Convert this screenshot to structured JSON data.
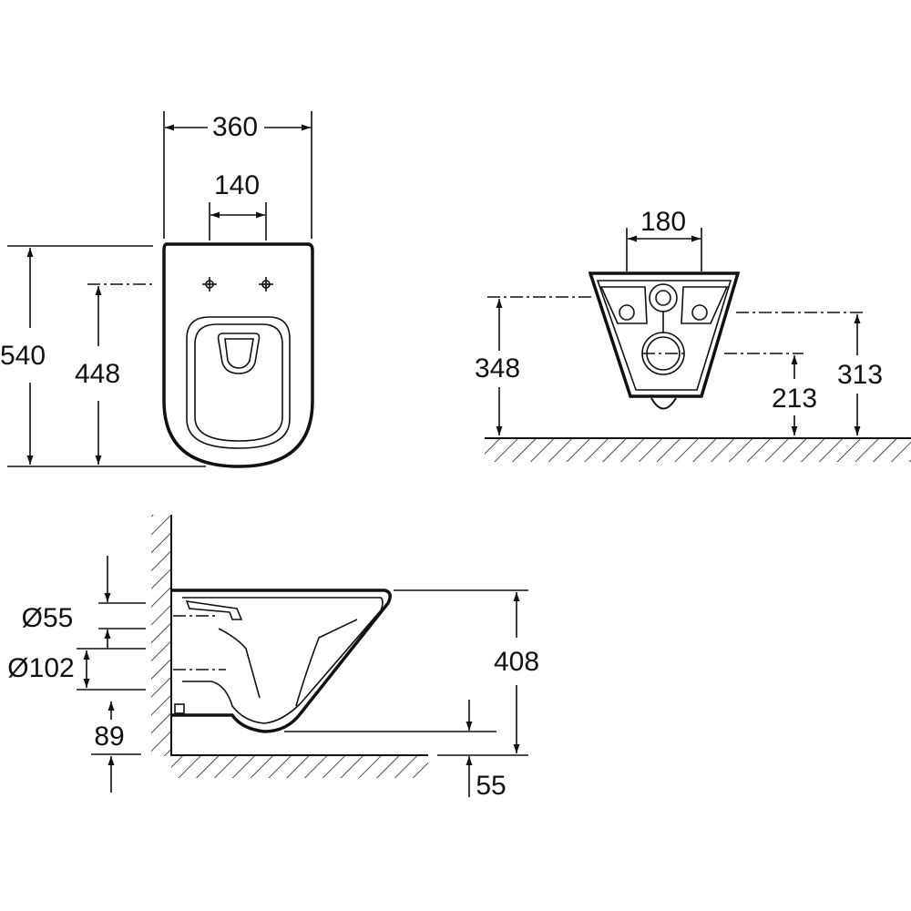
{
  "drawing": {
    "top_view": {
      "width_total": "360",
      "hole_spacing": "140",
      "length_total": "540",
      "hole_to_front": "448"
    },
    "rear_view": {
      "fixing_spacing": "180",
      "fixing_height": "348",
      "outlet_height": "213",
      "inlet_height": "313"
    },
    "side_view": {
      "inlet_diameter": "Ø55",
      "outlet_diameter": "Ø102",
      "outlet_center_height": "89",
      "total_height": "408",
      "bowl_clearance": "55"
    }
  },
  "colors": {
    "line": "#111111",
    "background": "#ffffff"
  }
}
